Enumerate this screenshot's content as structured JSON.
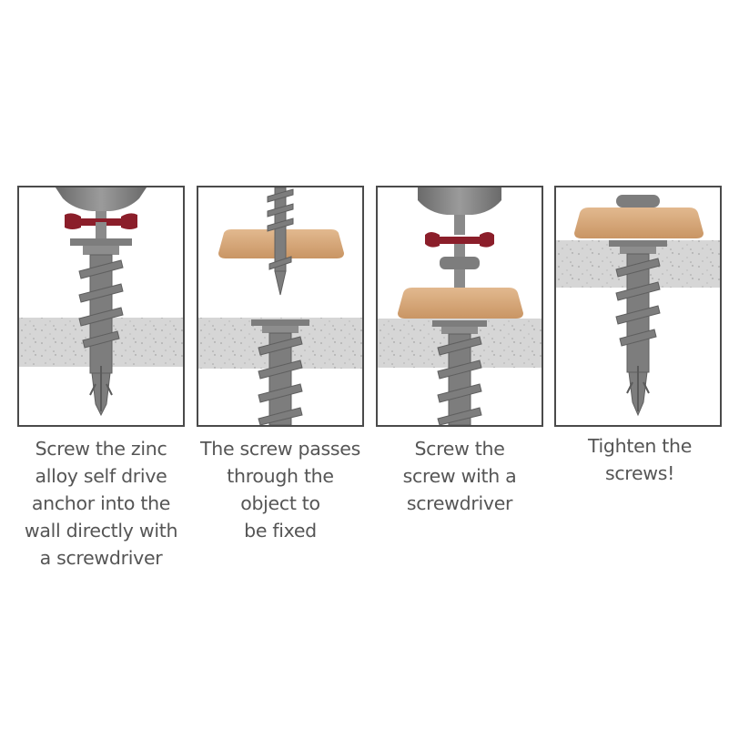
{
  "steps": [
    {
      "lines": [
        "Screw the zinc",
        "alloy self drive",
        "anchor into the",
        "wall directly with",
        "a screwdriver"
      ]
    },
    {
      "lines": [
        "The screw passes",
        "through the",
        "object to",
        "be fixed"
      ]
    },
    {
      "lines": [
        "Screw the",
        "screw with a",
        "screwdriver"
      ]
    },
    {
      "lines": [
        "Tighten the",
        "screws!"
      ]
    }
  ],
  "colors": {
    "wall": "#d4d4d4",
    "wood": "#d9a878",
    "metal": "#7d7d7d",
    "bit": "#8b1e2a",
    "border": "#4a4a4a",
    "text": "#555555"
  }
}
